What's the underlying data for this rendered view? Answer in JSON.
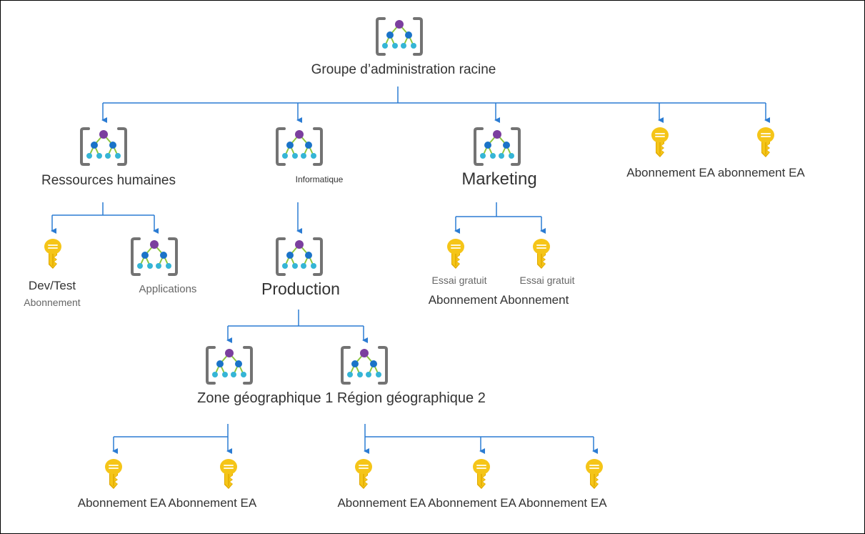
{
  "labels": {
    "root": "Groupe d’administration racine",
    "hr": "Ressources humaines",
    "it": "Informatique",
    "marketing": "Marketing",
    "root_subs": "Abonnement EA abonnement EA",
    "devtest": "Dev/Test",
    "devtest_sub": "Abonnement",
    "applications": "Applications",
    "production": "Production",
    "trial_1": "Essai gratuit",
    "trial_2": "Essai gratuit",
    "trial_subs": "Abonnement Abonnement",
    "geo_zones": "Zone géographique 1 Région géographique 2",
    "geo1_subs": "Abonnement EA Abonnement EA",
    "geo2_subs": "Abonnement  EA Abonnement  EA Abonnement  EA"
  },
  "colors": {
    "connector": "#2b7cd3",
    "bracket": "#737373",
    "top_node": "#7b3f9e",
    "mid_node": "#1a73c8",
    "leaf_node": "#35b5d6",
    "edge": "#8cc63f",
    "key_fill": "#f5c518",
    "key_shade": "#e0a800"
  },
  "icons": {
    "management_group": "management-group-icon",
    "subscription": "subscription-key-icon"
  }
}
